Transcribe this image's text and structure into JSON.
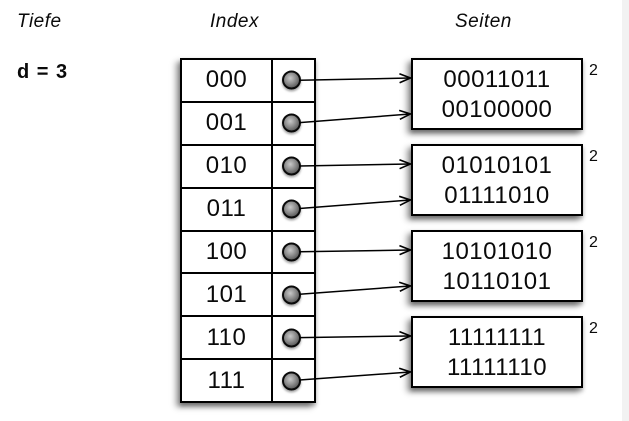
{
  "labels": {
    "depth_caption": "Tiefe",
    "depth_value": "d = 3",
    "index_caption": "Index",
    "pages_caption": "Seiten"
  },
  "index_table": {
    "rows": [
      {
        "label": "000"
      },
      {
        "label": "001"
      },
      {
        "label": "010"
      },
      {
        "label": "011"
      },
      {
        "label": "100"
      },
      {
        "label": "101"
      },
      {
        "label": "110"
      },
      {
        "label": "111"
      }
    ]
  },
  "pages": [
    {
      "entries": [
        "00011011",
        "00100000"
      ],
      "local_depth": "2"
    },
    {
      "entries": [
        "01010101",
        "01111010"
      ],
      "local_depth": "2"
    },
    {
      "entries": [
        "10101010",
        "10110101"
      ],
      "local_depth": "2"
    },
    {
      "entries": [
        "11111111",
        "11111110"
      ],
      "local_depth": "2"
    }
  ],
  "connections": [
    {
      "row": 0,
      "page": 0,
      "entry": 0
    },
    {
      "row": 1,
      "page": 0,
      "entry": 1
    },
    {
      "row": 2,
      "page": 1,
      "entry": 0
    },
    {
      "row": 3,
      "page": 1,
      "entry": 1
    },
    {
      "row": 4,
      "page": 2,
      "entry": 0
    },
    {
      "row": 5,
      "page": 2,
      "entry": 1
    },
    {
      "row": 6,
      "page": 3,
      "entry": 0
    },
    {
      "row": 7,
      "page": 3,
      "entry": 1
    }
  ],
  "colors": {
    "line": "#000000",
    "box_fill": "#ffffff",
    "pointer_knob": "#8a8a8a",
    "background": "#ffffff"
  }
}
